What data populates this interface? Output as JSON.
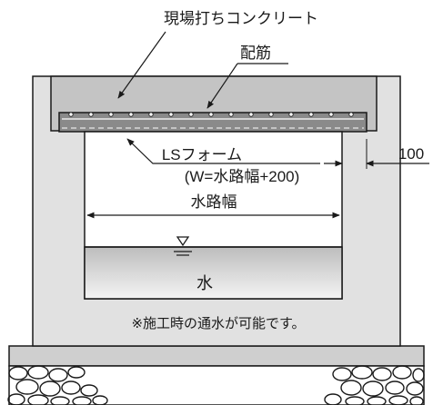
{
  "labels": {
    "cast_in_place_concrete": "現場打ちコンクリート",
    "rebar": "配筋",
    "ls_form": "LSフォーム",
    "ls_form_width": "(W=水路幅+200)",
    "dimension_100": "100",
    "channel_width": "水路幅",
    "water": "水",
    "note": "※施工時の通水が可能です。"
  },
  "colors": {
    "concrete": "#e1e1e1",
    "slab": "#c4c4c4",
    "form_band": "#8a8a8a",
    "water_top": "#bdbdbd",
    "water_bottom": "#f4f4f4",
    "foundation": "#cfcfcf",
    "stroke": "#1a1a1a"
  },
  "icons": {
    "water_level": "water-level-triangle-icon"
  }
}
